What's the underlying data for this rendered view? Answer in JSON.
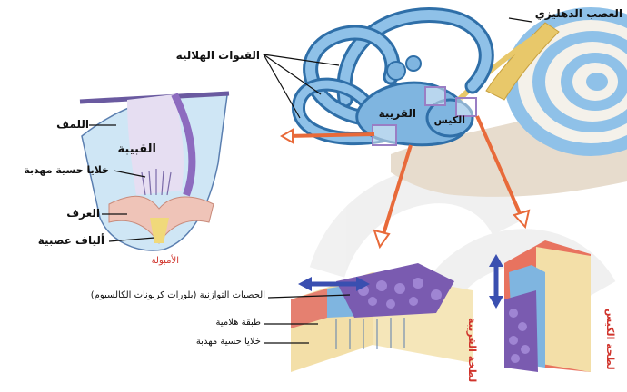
{
  "labels": {
    "nerve": "العصب الدهليزي",
    "canals": "القنوات الهلالية",
    "utricle": "القريبة",
    "saccule": "الكيس",
    "cupula_top": "اللمف",
    "cupula": "القبيبة",
    "hair_cells_ampulla": "خلايا حسية مهدبة",
    "crista": "العرف",
    "nerve_fibers": "ألياف عصبية",
    "ampulla": "الأمبولة",
    "otoliths": "الحصيات التوازنية (بلورات كربونات الكالسيوم)",
    "gel_layer": "طبقة هلامية",
    "hair_cells_macula": "خلايا حسية مهدبة",
    "macula_utricle": "لطخة القريبة",
    "macula_saccule": "لطخة الكيس"
  },
  "colors": {
    "label_red": "#d0342c",
    "canal_blue": "#5b9bd5",
    "nerve_yellow": "#e8c86a",
    "arrow_orange": "#e86a3a",
    "motion_arrow": "#3a4fb0"
  }
}
